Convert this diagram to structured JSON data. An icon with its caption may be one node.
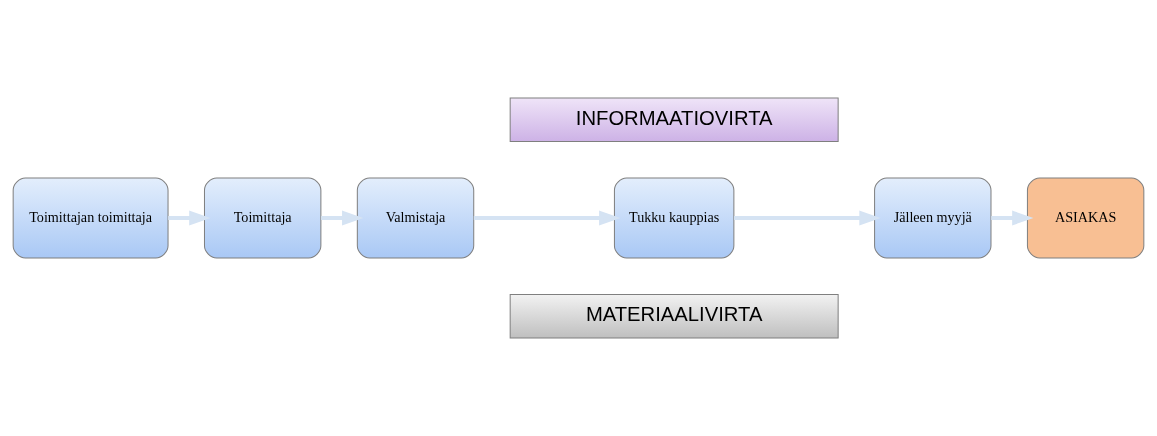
{
  "diagram": {
    "nodes": [
      {
        "text": [
          "MATERIAALIVIRTA"
        ]
      },
      {
        "text": [
          "Toimittajan toimittaja"
        ]
      },
      {
        "text": [
          "Toimittaja"
        ]
      },
      {
        "text": [
          "Valmistaja"
        ]
      },
      {
        "text": [
          "Tukku kauppias"
        ]
      },
      {
        "text": [
          "Jälleen myyjä"
        ]
      },
      {
        "text": [
          "ASIAKAS"
        ]
      },
      {
        "text": [
          "INFORMAATIOVIRTA"
        ]
      }
    ],
    "edges": [
      {
        "from": 1,
        "to": 2,
        "arrow": "to"
      },
      {
        "from": 2,
        "to": 3,
        "arrow": "to"
      },
      {
        "from": 3,
        "to": 4,
        "arrow": "to"
      },
      {
        "from": 4,
        "to": 5,
        "arrow": "to"
      },
      {
        "from": 5,
        "to": 6,
        "arrow": "to"
      }
    ]
  }
}
